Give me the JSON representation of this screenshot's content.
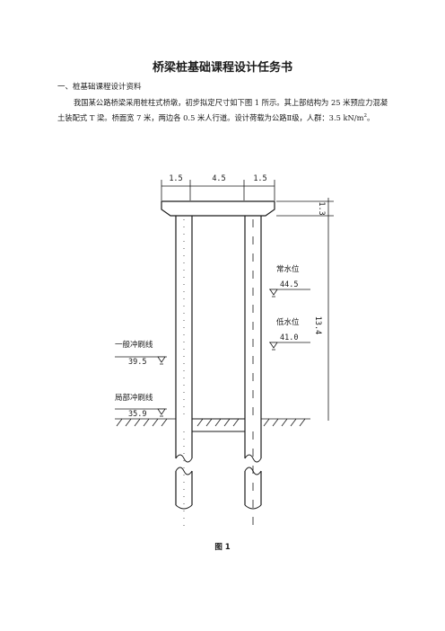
{
  "document": {
    "title": "桥梁桩基础课程设计任务书",
    "section_heading": "一、桩基础课程设计资料",
    "paragraph_main": "我国某公路桥梁采用桩柱式桥墩，初步拟定尺寸如下图 1 所示。其上部结构为 25 米预应力混凝土装配式 T 梁。桥面宽 7 米，两边各 0.5 米人行道。设计荷载为公路Ⅱ级，人群：3.5 kN/m",
    "paragraph_sup": "2",
    "paragraph_end": "。",
    "figure_caption": "图 1"
  },
  "figure": {
    "dim_left": "1.5",
    "dim_mid": "4.5",
    "dim_right": "1.5",
    "dim_cap_height": "1.3",
    "dim_total_height": "13.4",
    "normal_water_label": "常水位",
    "normal_water_value": "44.5",
    "low_water_label": "低水位",
    "low_water_value": "41.0",
    "general_scour_label": "一般冲刷线",
    "general_scour_value": "39.5",
    "local_scour_label": "局部冲刷线",
    "local_scour_value": "35.9"
  }
}
